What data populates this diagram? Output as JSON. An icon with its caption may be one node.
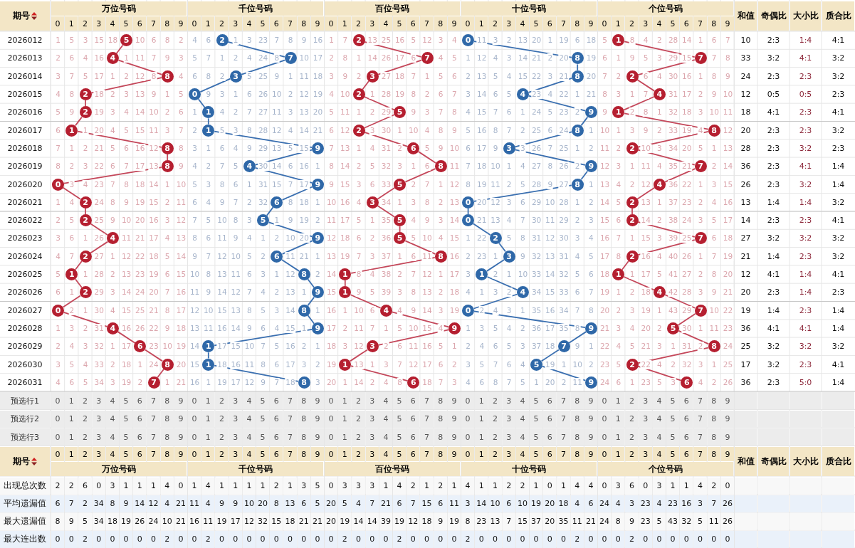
{
  "diagram": {
    "nodes": [
      {
        "text": [
          "5"
        ]
      },
      {
        "text": [
          "2"
        ]
      },
      {
        "text": [
          "2"
        ]
      },
      {
        "text": [
          "0"
        ]
      },
      {
        "text": [
          "1"
        ]
      },
      {
        "text": [
          "4"
        ]
      },
      {
        "text": [
          "7"
        ]
      },
      {
        "text": [
          "7"
        ]
      },
      {
        "text": [
          "8"
        ]
      },
      {
        "text": [
          "7"
        ]
      },
      {
        "text": [
          "8"
        ]
      },
      {
        "text": [
          "3"
        ]
      },
      {
        "text": [
          "3"
        ]
      },
      {
        "text": [
          "8"
        ]
      },
      {
        "text": [
          "2"
        ]
      },
      {
        "text": [
          "2"
        ]
      },
      {
        "text": [
          "0"
        ]
      },
      {
        "text": [
          "2"
        ]
      },
      {
        "text": [
          "4"
        ]
      },
      {
        "text": [
          "4"
        ]
      },
      {
        "text": [
          "2"
        ]
      },
      {
        "text": [
          "1"
        ]
      },
      {
        "text": [
          "5"
        ]
      },
      {
        "text": [
          "9"
        ]
      },
      {
        "text": [
          "1"
        ]
      },
      {
        "text": [
          "1"
        ]
      },
      {
        "text": [
          "1"
        ]
      },
      {
        "text": [
          "2"
        ]
      },
      {
        "text": [
          "8"
        ]
      },
      {
        "text": [
          "8"
        ]
      },
      {
        "text": [
          "8"
        ]
      },
      {
        "text": [
          "9"
        ]
      },
      {
        "text": [
          "6"
        ]
      },
      {
        "text": [
          "3"
        ]
      },
      {
        "text": [
          "2"
        ]
      },
      {
        "text": [
          "8"
        ]
      },
      {
        "text": [
          "4"
        ]
      },
      {
        "text": [
          "8"
        ]
      },
      {
        "text": [
          "9"
        ]
      },
      {
        "text": [
          "7"
        ]
      },
      {
        "text": [
          "0"
        ]
      },
      {
        "text": [
          "9"
        ]
      },
      {
        "text": [
          "5"
        ]
      },
      {
        "text": [
          "8"
        ]
      },
      {
        "text": [
          "4"
        ]
      },
      {
        "text": [
          "2"
        ]
      },
      {
        "text": [
          "6"
        ]
      },
      {
        "text": [
          "3"
        ]
      },
      {
        "text": [
          "0"
        ]
      },
      {
        "text": [
          "2"
        ]
      },
      {
        "text": [
          "2"
        ]
      },
      {
        "text": [
          "5"
        ]
      },
      {
        "text": [
          "5"
        ]
      },
      {
        "text": [
          "0"
        ]
      },
      {
        "text": [
          "2"
        ]
      },
      {
        "text": [
          "4"
        ]
      },
      {
        "text": [
          "9"
        ]
      },
      {
        "text": [
          "5"
        ]
      },
      {
        "text": [
          "2"
        ]
      },
      {
        "text": [
          "7"
        ]
      },
      {
        "text": [
          "2"
        ]
      },
      {
        "text": [
          "6"
        ]
      },
      {
        "text": [
          "8"
        ]
      },
      {
        "text": [
          "3"
        ]
      },
      {
        "text": [
          "2"
        ]
      },
      {
        "text": [
          "1"
        ]
      },
      {
        "text": [
          "8"
        ]
      },
      {
        "text": [
          "1"
        ]
      },
      {
        "text": [
          "1"
        ]
      },
      {
        "text": [
          "1"
        ]
      },
      {
        "text": [
          "2"
        ]
      },
      {
        "text": [
          "9"
        ]
      },
      {
        "text": [
          "1"
        ]
      },
      {
        "text": [
          "4"
        ]
      },
      {
        "text": [
          "4"
        ]
      },
      {
        "text": [
          "0"
        ]
      },
      {
        "text": [
          "8"
        ]
      },
      {
        "text": [
          "4"
        ]
      },
      {
        "text": [
          "0"
        ]
      },
      {
        "text": [
          "7"
        ]
      },
      {
        "text": [
          "4"
        ]
      },
      {
        "text": [
          "9"
        ]
      },
      {
        "text": [
          "9"
        ]
      },
      {
        "text": [
          "9"
        ]
      },
      {
        "text": [
          "5"
        ]
      },
      {
        "text": [
          "6"
        ]
      },
      {
        "text": [
          "1"
        ]
      },
      {
        "text": [
          "3"
        ]
      },
      {
        "text": [
          "7"
        ]
      },
      {
        "text": [
          "8"
        ]
      },
      {
        "text": [
          "8"
        ]
      },
      {
        "text": [
          "1"
        ]
      },
      {
        "text": [
          "1"
        ]
      },
      {
        "text": [
          "5"
        ]
      },
      {
        "text": [
          "2"
        ]
      },
      {
        "text": [
          "7"
        ]
      },
      {
        "text": [
          "8"
        ]
      },
      {
        "text": [
          "6"
        ]
      },
      {
        "text": [
          "9"
        ]
      },
      {
        "text": [
          "6"
        ]
      }
    ],
    "edges": [
      {
        "from": 0,
        "to": 5,
        "arrow": "none"
      },
      {
        "from": 1,
        "to": 6,
        "arrow": "none",
        "color": "#3a6fb0"
      },
      {
        "from": 2,
        "to": 7,
        "arrow": "none"
      },
      {
        "from": 3,
        "to": 8,
        "arrow": "none",
        "color": "#3a6fb0"
      },
      {
        "from": 4,
        "to": 9,
        "arrow": "none"
      },
      {
        "from": 5,
        "to": 10,
        "arrow": "none"
      },
      {
        "from": 6,
        "to": 11,
        "arrow": "none",
        "color": "#3a6fb0"
      },
      {
        "from": 7,
        "to": 12,
        "arrow": "none"
      },
      {
        "from": 8,
        "to": 13,
        "arrow": "none",
        "color": "#3a6fb0"
      },
      {
        "from": 9,
        "to": 14,
        "arrow": "none"
      },
      {
        "from": 10,
        "to": 15,
        "arrow": "none"
      },
      {
        "from": 11,
        "to": 16,
        "arrow": "none",
        "color": "#3a6fb0"
      },
      {
        "from": 12,
        "to": 17,
        "arrow": "none"
      },
      {
        "from": 13,
        "to": 18,
        "arrow": "none",
        "color": "#3a6fb0"
      },
      {
        "from": 14,
        "to": 19,
        "arrow": "none"
      },
      {
        "from": 15,
        "to": 20,
        "arrow": "none"
      },
      {
        "from": 16,
        "to": 21,
        "arrow": "none",
        "color": "#3a6fb0"
      },
      {
        "from": 17,
        "to": 22,
        "arrow": "none"
      },
      {
        "from": 18,
        "to": 23,
        "arrow": "none",
        "color": "#3a6fb0"
      },
      {
        "from": 19,
        "to": 24,
        "arrow": "none"
      },
      {
        "from": 20,
        "to": 25,
        "arrow": "none"
      },
      {
        "from": 21,
        "to": 26,
        "arrow": "none",
        "color": "#3a6fb0"
      },
      {
        "from": 22,
        "to": 27,
        "arrow": "none"
      },
      {
        "from": 23,
        "to": 28,
        "arrow": "none",
        "color": "#3a6fb0"
      },
      {
        "from": 24,
        "to": 29,
        "arrow": "none"
      },
      {
        "from": 25,
        "to": 30,
        "arrow": "none"
      },
      {
        "from": 26,
        "to": 31,
        "arrow": "none",
        "color": "#3a6fb0"
      },
      {
        "from": 27,
        "to": 32,
        "arrow": "none"
      },
      {
        "from": 28,
        "to": 33,
        "arrow": "none",
        "color": "#3a6fb0"
      },
      {
        "from": 29,
        "to": 34,
        "arrow": "none"
      },
      {
        "from": 30,
        "to": 35,
        "arrow": "none"
      },
      {
        "from": 31,
        "to": 36,
        "arrow": "none",
        "color": "#3a6fb0"
      },
      {
        "from": 32,
        "to": 37,
        "arrow": "none"
      },
      {
        "from": 33,
        "to": 38,
        "arrow": "none",
        "color": "#3a6fb0"
      },
      {
        "from": 34,
        "to": 39,
        "arrow": "none"
      },
      {
        "from": 35,
        "to": 40,
        "arrow": "none"
      },
      {
        "from": 36,
        "to": 41,
        "arrow": "none",
        "color": "#3a6fb0"
      },
      {
        "from": 37,
        "to": 42,
        "arrow": "none"
      },
      {
        "from": 38,
        "to": 43,
        "arrow": "none",
        "color": "#3a6fb0"
      },
      {
        "from": 39,
        "to": 44,
        "arrow": "none"
      },
      {
        "from": 40,
        "to": 45,
        "arrow": "none"
      },
      {
        "from": 41,
        "to": 46,
        "arrow": "none",
        "color": "#3a6fb0"
      },
      {
        "from": 42,
        "to": 47,
        "arrow": "none"
      },
      {
        "from": 43,
        "to": 48,
        "arrow": "none",
        "color": "#3a6fb0"
      },
      {
        "from": 44,
        "to": 49,
        "arrow": "none"
      },
      {
        "from": 45,
        "to": 50,
        "arrow": "none"
      },
      {
        "from": 46,
        "to": 51,
        "arrow": "none",
        "color": "#3a6fb0"
      },
      {
        "from": 47,
        "to": 52,
        "arrow": "none"
      },
      {
        "from": 48,
        "to": 53,
        "arrow": "none",
        "color": "#3a6fb0"
      },
      {
        "from": 49,
        "to": 54,
        "arrow": "none"
      },
      {
        "from": 50,
        "to": 55,
        "arrow": "none"
      },
      {
        "from": 51,
        "to": 56,
        "arrow": "none",
        "color": "#3a6fb0"
      },
      {
        "from": 52,
        "to": 57,
        "arrow": "none"
      },
      {
        "from": 53,
        "to": 58,
        "arrow": "none",
        "color": "#3a6fb0"
      },
      {
        "from": 54,
        "to": 59,
        "arrow": "none"
      },
      {
        "from": 55,
        "to": 60,
        "arrow": "none"
      },
      {
        "from": 56,
        "to": 61,
        "arrow": "none",
        "color": "#3a6fb0"
      },
      {
        "from": 57,
        "to": 62,
        "arrow": "none"
      },
      {
        "from": 58,
        "to": 63,
        "arrow": "none",
        "color": "#3a6fb0"
      },
      {
        "from": 59,
        "to": 64,
        "arrow": "none"
      },
      {
        "from": 60,
        "to": 65,
        "arrow": "none"
      },
      {
        "from": 61,
        "to": 66,
        "arrow": "none",
        "color": "#3a6fb0"
      },
      {
        "from": 62,
        "to": 67,
        "arrow": "none"
      },
      {
        "from": 63,
        "to": 68,
        "arrow": "none",
        "color": "#3a6fb0"
      },
      {
        "from": 64,
        "to": 69,
        "arrow": "none"
      },
      {
        "from": 65,
        "to": 70,
        "arrow": "none"
      },
      {
        "from": 66,
        "to": 71,
        "arrow": "none",
        "color": "#3a6fb0"
      },
      {
        "from": 67,
        "to": 72,
        "arrow": "none"
      },
      {
        "from": 68,
        "to": 73,
        "arrow": "none",
        "color": "#3a6fb0"
      },
      {
        "from": 69,
        "to": 74,
        "arrow": "none"
      },
      {
        "from": 70,
        "to": 75,
        "arrow": "none"
      },
      {
        "from": 71,
        "to": 76,
        "arrow": "none",
        "color": "#3a6fb0"
      },
      {
        "from": 72,
        "to": 77,
        "arrow": "none"
      },
      {
        "from": 73,
        "to": 78,
        "arrow": "none",
        "color": "#3a6fb0"
      },
      {
        "from": 74,
        "to": 79,
        "arrow": "none"
      },
      {
        "from": 75,
        "to": 80,
        "arrow": "none"
      },
      {
        "from": 76,
        "to": 81,
        "arrow": "none",
        "color": "#3a6fb0"
      },
      {
        "from": 77,
        "to": 82,
        "arrow": "none"
      },
      {
        "from": 78,
        "to": 83,
        "arrow": "none",
        "color": "#3a6fb0"
      },
      {
        "from": 79,
        "to": 84,
        "arrow": "none"
      },
      {
        "from": 80,
        "to": 85,
        "arrow": "none"
      },
      {
        "from": 81,
        "to": 86,
        "arrow": "none",
        "color": "#3a6fb0"
      },
      {
        "from": 82,
        "to": 87,
        "arrow": "none"
      },
      {
        "from": 83,
        "to": 88,
        "arrow": "none",
        "color": "#3a6fb0"
      },
      {
        "from": 84,
        "to": 89,
        "arrow": "none"
      },
      {
        "from": 85,
        "to": 90,
        "arrow": "none"
      },
      {
        "from": 86,
        "to": 91,
        "arrow": "none",
        "color": "#3a6fb0"
      },
      {
        "from": 87,
        "to": 92,
        "arrow": "none"
      },
      {
        "from": 88,
        "to": 93,
        "arrow": "none",
        "color": "#3a6fb0"
      },
      {
        "from": 89,
        "to": 94,
        "arrow": "none"
      },
      {
        "from": 90,
        "to": 95,
        "arrow": "none"
      },
      {
        "from": 91,
        "to": 96,
        "arrow": "none",
        "color": "#3a6fb0"
      },
      {
        "from": 92,
        "to": 97,
        "arrow": "none"
      },
      {
        "from": 93,
        "to": 98,
        "arrow": "none",
        "color": "#3a6fb0"
      },
      {
        "from": 94,
        "to": 99,
        "arrow": "none"
      }
    ],
    "labels": [
      "期号",
      "万位号码",
      "千位号码",
      "百位号码",
      "十位号码",
      "个位号码",
      "和值",
      "奇偶比",
      "大小比",
      "质合比",
      "0",
      "1",
      "2",
      "3",
      "4",
      "5",
      "6",
      "7",
      "8",
      "9",
      "0",
      "1",
      "2",
      "3",
      "4",
      "5",
      "6",
      "7",
      "8",
      "9",
      "0",
      "1",
      "2",
      "3",
      "4",
      "5",
      "6",
      "7",
      "8",
      "9",
      "0",
      "1",
      "2",
      "3",
      "4",
      "5",
      "6",
      "7",
      "8",
      "9",
      "0",
      "1",
      "2",
      "3",
      "4",
      "5",
      "6",
      "7",
      "8",
      "9",
      "2026012",
      "1",
      "5",
      "3",
      "15",
      "18",
      "10",
      "6",
      "8",
      "2",
      "4",
      "6",
      "1",
      "3",
      "23",
      "7",
      "8",
      "9",
      "16",
      "1",
      "7",
      "13",
      "25",
      "16",
      "5",
      "12",
      "3",
      "4",
      "11",
      "3",
      "2",
      "13",
      "20",
      "1",
      "19",
      "6",
      "18",
      "5",
      "8",
      "4",
      "2",
      "28",
      "14",
      "1",
      "6",
      "7",
      "10",
      "2:3",
      "1:4",
      "4:1",
      "2026013",
      "2",
      "6",
      "4",
      "16",
      "1",
      "11",
      "7",
      "9",
      "3",
      "5",
      "7",
      "1",
      "2",
      "4",
      "24",
      "8",
      "10",
      "17",
      "2",
      "8",
      "1",
      "14",
      "26",
      "17",
      "6",
      "4",
      "5",
      "1",
      "12",
      "4",
      "3",
      "14",
      "21",
      "2",
      "20",
      "19",
      "6",
      "1",
      "9",
      "5",
      "3",
      "29",
      "15",
      "7",
      "8",
      "33",
      "3:2",
      "4:1",
      "3:2",
      "2026014",
      "3",
      "7",
      "5",
      "17",
      "1",
      "2",
      "12",
      "8",
      "4",
      "6",
      "8",
      "2",
      "5",
      "25",
      "9",
      "1",
      "11",
      "18",
      "3",
      "9",
      "2",
      "27",
      "18",
      "7",
      "1",
      "5",
      "6",
      "2",
      "13",
      "5",
      "4",
      "15",
      "22",
      "3",
      "21",
      "20",
      "7",
      "2",
      "6",
      "4",
      "30",
      "16",
      "1",
      "8",
      "9",
      "24",
      "2:3",
      "2:3",
      "3:2",
      "2026015",
      "4",
      "8",
      "18",
      "2",
      "3",
      "13",
      "9",
      "1",
      "5",
      "9",
      "3",
      "1",
      "6",
      "26",
      "10",
      "2",
      "12",
      "19",
      "4",
      "10",
      "1",
      "28",
      "19",
      "8",
      "2",
      "6",
      "7",
      "3",
      "14",
      "6",
      "5",
      "23",
      "4",
      "22",
      "1",
      "21",
      "8",
      "3",
      "1",
      "7",
      "31",
      "17",
      "2",
      "9",
      "10",
      "12",
      "0:5",
      "0:5",
      "2:3",
      "2026016",
      "5",
      "9",
      "19",
      "3",
      "4",
      "14",
      "10",
      "2",
      "6",
      "1",
      "4",
      "2",
      "7",
      "27",
      "11",
      "3",
      "13",
      "20",
      "5",
      "11",
      "1",
      "2",
      "29",
      "9",
      "3",
      "7",
      "8",
      "4",
      "15",
      "7",
      "6",
      "1",
      "24",
      "5",
      "23",
      "2",
      "9",
      "2",
      "8",
      "1",
      "32",
      "18",
      "3",
      "10",
      "11",
      "18",
      "4:1",
      "2:3",
      "4:1",
      "2026017",
      "6",
      "1",
      "20",
      "4",
      "5",
      "15",
      "11",
      "3",
      "7",
      "2",
      "5",
      "3",
      "8",
      "28",
      "12",
      "4",
      "14",
      "21",
      "6",
      "12",
      "3",
      "30",
      "1",
      "10",
      "4",
      "8",
      "9",
      "5",
      "16",
      "8",
      "7",
      "2",
      "25",
      "6",
      "24",
      "1",
      "10",
      "1",
      "3",
      "9",
      "2",
      "33",
      "19",
      "4",
      "12",
      "20",
      "2:3",
      "2:3",
      "3:2",
      "2026018",
      "7",
      "1",
      "2",
      "21",
      "5",
      "6",
      "16",
      "12",
      "8",
      "3",
      "1",
      "6",
      "4",
      "9",
      "29",
      "13",
      "5",
      "15",
      "7",
      "13",
      "1",
      "4",
      "31",
      "2",
      "5",
      "9",
      "10",
      "6",
      "17",
      "9",
      "3",
      "26",
      "7",
      "25",
      "1",
      "2",
      "11",
      "2",
      "10",
      "3",
      "34",
      "20",
      "5",
      "1",
      "13",
      "28",
      "2:3",
      "3:2",
      "2:3",
      "2026019",
      "8",
      "2",
      "3",
      "22",
      "6",
      "7",
      "17",
      "13",
      "9",
      "4",
      "2",
      "7",
      "5",
      "30",
      "14",
      "6",
      "16",
      "1",
      "8",
      "14",
      "2",
      "5",
      "32",
      "3",
      "1",
      "6",
      "11",
      "7",
      "18",
      "10",
      "1",
      "4",
      "27",
      "8",
      "26",
      "2",
      "12",
      "3",
      "1",
      "11",
      "4",
      "35",
      "21",
      "2",
      "14",
      "36",
      "2:3",
      "4:1",
      "1:4",
      "2026020",
      "3",
      "4",
      "23",
      "7",
      "8",
      "18",
      "14",
      "1",
      "10",
      "5",
      "3",
      "8",
      "6",
      "1",
      "31",
      "15",
      "7",
      "17",
      "9",
      "15",
      "3",
      "6",
      "33",
      "2",
      "7",
      "1",
      "12",
      "8",
      "19",
      "11",
      "2",
      "5",
      "28",
      "9",
      "27",
      "1",
      "13",
      "4",
      "2",
      "12",
      "36",
      "22",
      "1",
      "3",
      "15",
      "26",
      "2:3",
      "3:2",
      "1:4",
      "2026021",
      "1",
      "4",
      "24",
      "8",
      "9",
      "19",
      "15",
      "2",
      "11",
      "6",
      "4",
      "9",
      "7",
      "2",
      "32",
      "8",
      "18",
      "1",
      "10",
      "16",
      "4",
      "34",
      "1",
      "3",
      "8",
      "2",
      "13",
      "20",
      "12",
      "3",
      "6",
      "29",
      "10",
      "28",
      "1",
      "2",
      "14",
      "5",
      "13",
      "1",
      "37",
      "23",
      "2",
      "4",
      "16",
      "13",
      "1:4",
      "1:4",
      "3:2",
      "2026022",
      "2",
      "5",
      "25",
      "9",
      "10",
      "20",
      "16",
      "3",
      "12",
      "7",
      "5",
      "10",
      "8",
      "3",
      "1",
      "9",
      "19",
      "2",
      "11",
      "17",
      "5",
      "1",
      "35",
      "4",
      "9",
      "3",
      "14",
      "21",
      "13",
      "4",
      "7",
      "30",
      "11",
      "29",
      "2",
      "3",
      "15",
      "6",
      "14",
      "2",
      "38",
      "24",
      "3",
      "5",
      "17",
      "14",
      "2:3",
      "2:3",
      "4:1",
      "2026023",
      "3",
      "6",
      "1",
      "26",
      "11",
      "21",
      "17",
      "4",
      "13",
      "8",
      "6",
      "11",
      "9",
      "4",
      "1",
      "2",
      "10",
      "20",
      "12",
      "18",
      "6",
      "2",
      "36",
      "5",
      "10",
      "4",
      "15",
      "1",
      "22",
      "5",
      "8",
      "31",
      "12",
      "30",
      "3",
      "4",
      "16",
      "7",
      "1",
      "15",
      "3",
      "39",
      "25",
      "6",
      "18",
      "27",
      "3:2",
      "3:2",
      "3:2",
      "2026024",
      "4",
      "7",
      "27",
      "1",
      "12",
      "22",
      "18",
      "5",
      "14",
      "9",
      "7",
      "12",
      "10",
      "5",
      "2",
      "11",
      "21",
      "1",
      "13",
      "19",
      "7",
      "3",
      "37",
      "1",
      "6",
      "11",
      "16",
      "2",
      "23",
      "1",
      "9",
      "32",
      "13",
      "31",
      "4",
      "5",
      "17",
      "8",
      "16",
      "4",
      "40",
      "26",
      "1",
      "7",
      "19",
      "21",
      "1:4",
      "2:3",
      "3:2",
      "2026025",
      "5",
      "1",
      "28",
      "2",
      "13",
      "23",
      "19",
      "6",
      "15",
      "10",
      "8",
      "13",
      "11",
      "6",
      "3",
      "1",
      "12",
      "2",
      "14",
      "8",
      "4",
      "38",
      "2",
      "7",
      "12",
      "1",
      "17",
      "3",
      "2",
      "1",
      "10",
      "33",
      "14",
      "32",
      "5",
      "6",
      "18",
      "1",
      "17",
      "5",
      "41",
      "27",
      "2",
      "8",
      "20",
      "12",
      "4:1",
      "1:4",
      "4:1",
      "2026026",
      "6",
      "1",
      "29",
      "3",
      "14",
      "24",
      "20",
      "7",
      "16",
      "11",
      "9",
      "14",
      "12",
      "7",
      "4",
      "2",
      "13",
      "1",
      "15",
      "9",
      "5",
      "39",
      "3",
      "8",
      "13",
      "2",
      "18",
      "4",
      "1",
      "3",
      "2",
      "34",
      "15",
      "33",
      "6",
      "7",
      "19",
      "1",
      "2",
      "18",
      "42",
      "28",
      "3",
      "9",
      "21",
      "20",
      "2:3",
      "1:4",
      "2:3",
      "2026027",
      "2",
      "1",
      "30",
      "4",
      "15",
      "25",
      "21",
      "8",
      "17",
      "12",
      "10",
      "15",
      "13",
      "8",
      "5",
      "3",
      "14",
      "1",
      "16",
      "1",
      "10",
      "6",
      "4",
      "9",
      "14",
      "3",
      "19",
      "2",
      "4",
      "3",
      "1",
      "35",
      "16",
      "34",
      "7",
      "8",
      "20",
      "2",
      "3",
      "19",
      "1",
      "43",
      "29",
      "10",
      "22",
      "19",
      "1:4",
      "2:3",
      "1:4",
      "2026028",
      "1",
      "3",
      "2",
      "31",
      "16",
      "26",
      "22",
      "9",
      "18",
      "13",
      "11",
      "16",
      "14",
      "9",
      "6",
      "4",
      "15",
      "1",
      "17",
      "2",
      "11",
      "7",
      "1",
      "5",
      "10",
      "15",
      "4",
      "1",
      "3",
      "5",
      "4",
      "2",
      "36",
      "17",
      "35",
      "8",
      "21",
      "3",
      "4",
      "20",
      "2",
      "30",
      "1",
      "11",
      "23",
      "36",
      "4:1",
      "4:1",
      "1:4",
      "2026029",
      "2",
      "4",
      "3",
      "32",
      "1",
      "17",
      "23",
      "10",
      "19",
      "14",
      "17",
      "15",
      "10",
      "7",
      "5",
      "16",
      "2",
      "1",
      "18",
      "3",
      "12",
      "2",
      "6",
      "11",
      "16",
      "5",
      "1",
      "2",
      "4",
      "6",
      "5",
      "3",
      "37",
      "18",
      "9",
      "1",
      "22",
      "4",
      "5",
      "21",
      "3",
      "1",
      "31",
      "2",
      "24",
      "25",
      "3:2",
      "3:2",
      "3:2",
      "2026030",
      "3",
      "5",
      "4",
      "33",
      "2",
      "18",
      "1",
      "24",
      "20",
      "15",
      "18",
      "16",
      "11",
      "8",
      "6",
      "17",
      "3",
      "2",
      "19",
      "13",
      "1",
      "3",
      "7",
      "12",
      "17",
      "6",
      "2",
      "3",
      "5",
      "7",
      "6",
      "4",
      "19",
      "1",
      "10",
      "2",
      "23",
      "5",
      "22",
      "4",
      "2",
      "32",
      "3",
      "1",
      "25",
      "17",
      "3:2",
      "2:3",
      "4:1",
      "2026031",
      "4",
      "6",
      "5",
      "34",
      "3",
      "19",
      "2",
      "1",
      "21",
      "16",
      "1",
      "19",
      "17",
      "12",
      "9",
      "7",
      "18",
      "3",
      "20",
      "1",
      "14",
      "2",
      "4",
      "8",
      "18",
      "7",
      "3",
      "4",
      "6",
      "8",
      "7",
      "5",
      "1",
      "20",
      "2",
      "11",
      "24",
      "6",
      "1",
      "23",
      "5",
      "3",
      "4",
      "2",
      "26",
      "36",
      "2:3",
      "5:0",
      "1:4",
      "预选行1",
      "0",
      "1",
      "2",
      "3",
      "4",
      "5",
      "6",
      "7",
      "8",
      "9",
      "0",
      "1",
      "2",
      "3",
      "4",
      "5",
      "6",
      "7",
      "8",
      "9",
      "0",
      "1",
      "2",
      "3",
      "4",
      "5",
      "6",
      "7",
      "8",
      "9",
      "0",
      "1",
      "2",
      "3",
      "4",
      "5",
      "6",
      "7",
      "8",
      "9",
      "0",
      "1",
      "2",
      "3",
      "4",
      "5",
      "6",
      "7",
      "8",
      "9",
      "预选行2",
      "0",
      "1",
      "2",
      "3",
      "4",
      "5",
      "6",
      "7",
      "8",
      "9",
      "0",
      "1",
      "2",
      "3",
      "4",
      "5",
      "6",
      "7",
      "8",
      "9",
      "0",
      "1",
      "2",
      "3",
      "4",
      "5",
      "6",
      "7",
      "8",
      "9",
      "0",
      "1",
      "2",
      "3",
      "4",
      "5",
      "6",
      "7",
      "8",
      "9",
      "0",
      "1",
      "2",
      "3",
      "4",
      "5",
      "6",
      "7",
      "8",
      "9",
      "预选行3",
      "0",
      "1",
      "2",
      "3",
      "4",
      "5",
      "6",
      "7",
      "8",
      "9",
      "0",
      "1",
      "2",
      "3",
      "4",
      "5",
      "6",
      "7",
      "8",
      "9",
      "0",
      "1",
      "2",
      "3",
      "4",
      "5",
      "6",
      "7",
      "8",
      "9",
      "0",
      "1",
      "2",
      "3",
      "4",
      "5",
      "6",
      "7",
      "8",
      "9",
      "0",
      "1",
      "2",
      "3",
      "4",
      "5",
      "6",
      "7",
      "8",
      "9",
      "期号",
      "0",
      "1",
      "2",
      "3",
      "4",
      "5",
      "6",
      "7",
      "8",
      "9",
      "0",
      "1",
      "2",
      "3",
      "4",
      "5",
      "6",
      "7",
      "8",
      "9",
      "0",
      "1",
      "2",
      "3",
      "4",
      "5",
      "6",
      "7",
      "8",
      "9",
      "0",
      "1",
      "2",
      "3",
      "4",
      "5",
      "6",
      "7",
      "8",
      "9",
      "0",
      "1",
      "2",
      "3",
      "4",
      "5",
      "6",
      "7",
      "8",
      "9",
      "和值",
      "奇偶比",
      "大小比",
      "质合比",
      "万位号码",
      "千位号码",
      "百位号码",
      "十位号码",
      "个位号码",
      "出现总次数",
      "2",
      "2",
      "6",
      "0",
      "3",
      "1",
      "1",
      "1",
      "4",
      "0",
      "1",
      "4",
      "1",
      "1",
      "1",
      "1",
      "2",
      "1",
      "3",
      "5",
      "0",
      "3",
      "3",
      "3",
      "1",
      "4",
      "2",
      "1",
      "2",
      "1",
      "4",
      "1",
      "1",
      "2",
      "2",
      "1",
      "0",
      "1",
      "4",
      "4",
      "0",
      "3",
      "6",
      "0",
      "3",
      "1",
      "1",
      "4",
      "2",
      "0",
      "平均遗漏值",
      "6",
      "7",
      "2",
      "34",
      "8",
      "9",
      "14",
      "12",
      "4",
      "21",
      "11",
      "4",
      "9",
      "9",
      "10",
      "20",
      "8",
      "13",
      "6",
      "5",
      "20",
      "5",
      "4",
      "7",
      "21",
      "6",
      "7",
      "15",
      "6",
      "11",
      "3",
      "14",
      "10",
      "6",
      "10",
      "19",
      "20",
      "18",
      "4",
      "6",
      "24",
      "4",
      "3",
      "23",
      "4",
      "23",
      "16",
      "3",
      "7",
      "26",
      "最大遗漏值",
      "8",
      "9",
      "5",
      "34",
      "18",
      "19",
      "26",
      "24",
      "10",
      "21",
      "16",
      "11",
      "19",
      "17",
      "12",
      "32",
      "15",
      "18",
      "21",
      "21",
      "20",
      "19",
      "14",
      "14",
      "39",
      "19",
      "12",
      "18",
      "9",
      "19",
      "8",
      "23",
      "13",
      "7",
      "15",
      "37",
      "20",
      "35",
      "11",
      "21",
      "24",
      "8",
      "9",
      "23",
      "5",
      "43",
      "32",
      "5",
      "11",
      "26",
      "最大连出数",
      "0",
      "0",
      "2",
      "0",
      "0",
      "0",
      "0",
      "0",
      "2",
      "0",
      "0",
      "2",
      "0",
      "0",
      "0",
      "0",
      "0",
      "0",
      "0",
      "0",
      "0",
      "2",
      "0",
      "0",
      "0",
      "2",
      "0",
      "0",
      "0",
      "0",
      "2",
      "0",
      "0",
      "0",
      "0",
      "0",
      "0",
      "0",
      "2",
      "0",
      "0",
      "0",
      "2",
      "0",
      "0",
      "0",
      "0",
      "0",
      "0",
      "0"
    ]
  }
}
